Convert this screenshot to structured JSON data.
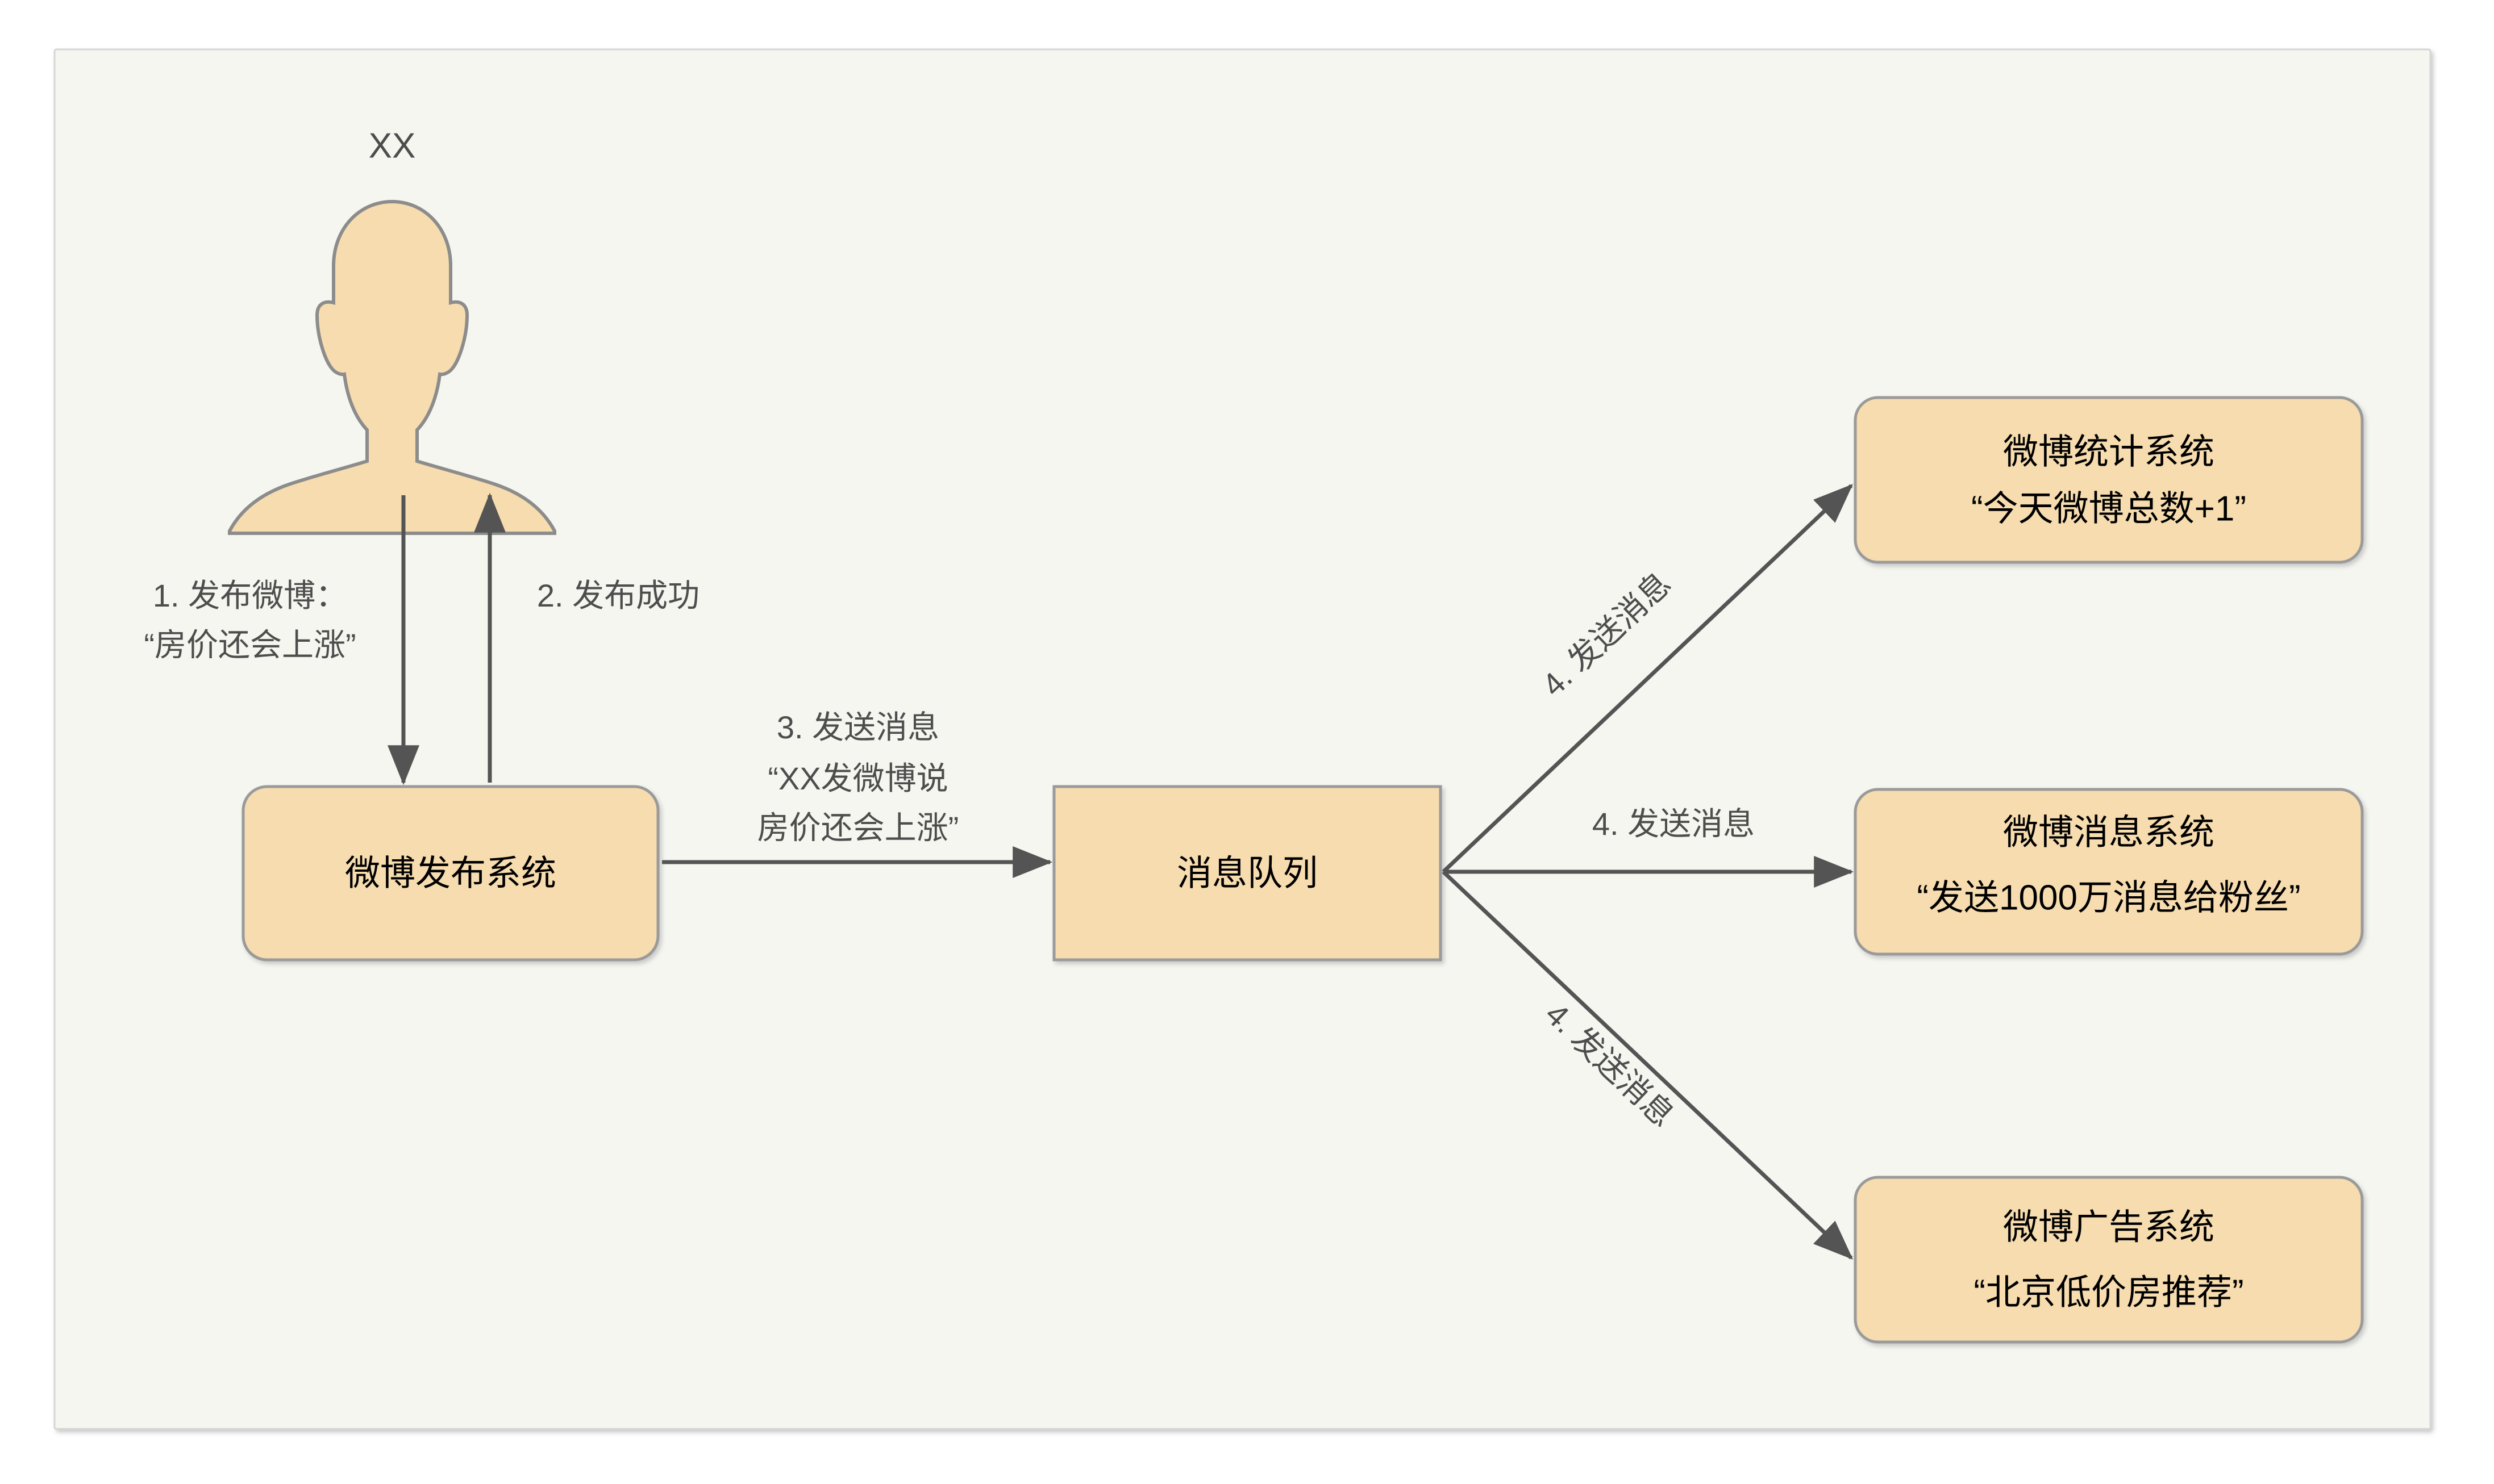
{
  "canvas": {
    "background": "#f5f6f0",
    "border_color": "#d6d6d6",
    "page_background": "#ffffff"
  },
  "theme": {
    "node_fill": "#f6dcae",
    "node_stroke": "#9a9a9a",
    "edge_color": "#545454",
    "label_color": "#4d4d4d",
    "node_text_color": "#000000",
    "actor_fill": "#f6dcae",
    "actor_stroke": "#8c8c8c"
  },
  "actor": {
    "name": "actor-user",
    "label": "XX"
  },
  "nodes": [
    {
      "id": "publish-system",
      "shape": "rounded-rect",
      "lines": [
        "微博发布系统"
      ]
    },
    {
      "id": "message-queue",
      "shape": "rect",
      "lines": [
        "消息队列"
      ]
    },
    {
      "id": "stats-system",
      "shape": "rounded-rect",
      "lines": [
        "微博统计系统",
        "“今天微博总数+1”"
      ]
    },
    {
      "id": "message-system",
      "shape": "rounded-rect",
      "lines": [
        "微博消息系统",
        "“发送1000万消息给粉丝”"
      ]
    },
    {
      "id": "ad-system",
      "shape": "rounded-rect",
      "lines": [
        "微博广告系统",
        "“北京低价房推荐”"
      ]
    }
  ],
  "edges": [
    {
      "id": "edge-publish-weibo",
      "from": "actor-user",
      "to": "publish-system",
      "direction": "down",
      "lines": [
        "1. 发布微博：",
        "“房价还会上涨”"
      ]
    },
    {
      "id": "edge-publish-success",
      "from": "publish-system",
      "to": "actor-user",
      "direction": "up",
      "lines": [
        "2. 发布成功"
      ]
    },
    {
      "id": "edge-send-to-queue",
      "from": "publish-system",
      "to": "message-queue",
      "direction": "right",
      "lines": [
        "3. 发送消息",
        "“XX发微博说",
        "房价还会上涨”"
      ]
    },
    {
      "id": "edge-queue-to-stats",
      "from": "message-queue",
      "to": "stats-system",
      "direction": "up-right",
      "lines": [
        "4. 发送消息"
      ]
    },
    {
      "id": "edge-queue-to-message",
      "from": "message-queue",
      "to": "message-system",
      "direction": "right",
      "lines": [
        "4. 发送消息"
      ]
    },
    {
      "id": "edge-queue-to-ad",
      "from": "message-queue",
      "to": "ad-system",
      "direction": "down-right",
      "lines": [
        "4. 发送消息"
      ]
    }
  ]
}
